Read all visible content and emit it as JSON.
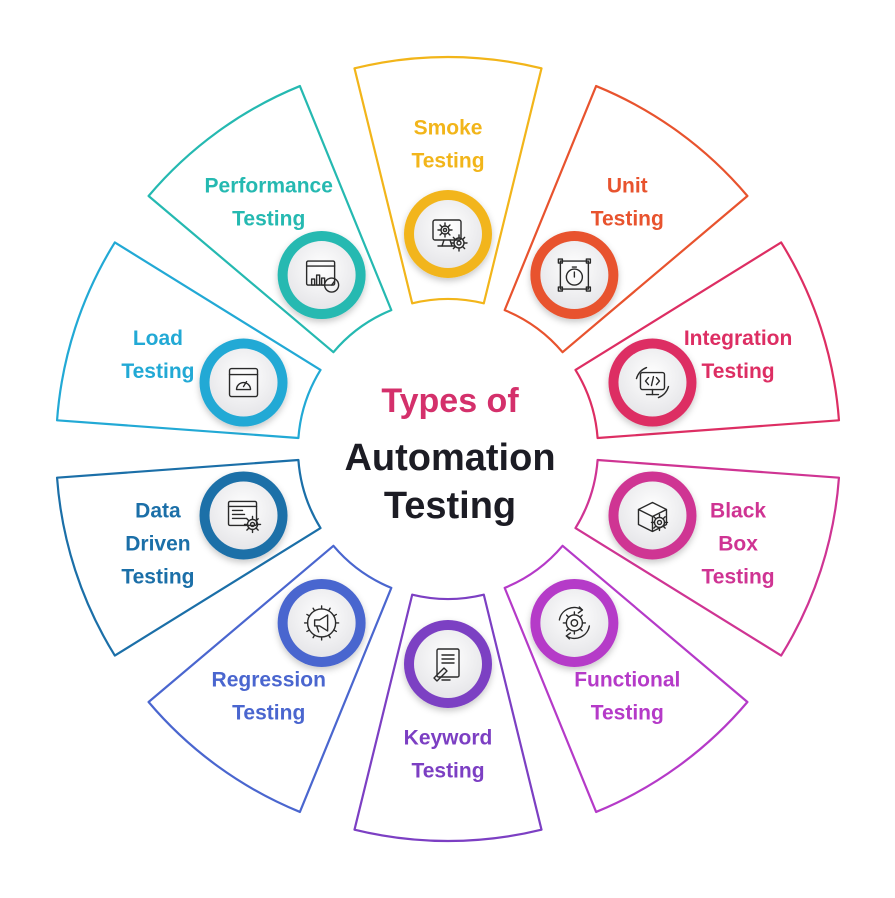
{
  "title": {
    "line1": "Types of",
    "line2": "Automation",
    "line3": "Testing",
    "line1_color": "#d4306b",
    "line2_color": "#1c1c24"
  },
  "segments": [
    {
      "id": "smoke",
      "lines": [
        "Smoke",
        "Testing"
      ],
      "color": "#f2b51a",
      "icon": "monitor-gear-icon"
    },
    {
      "id": "unit",
      "lines": [
        "Unit",
        "Testing"
      ],
      "color": "#e8532e",
      "icon": "stopwatch-frame-icon"
    },
    {
      "id": "integration",
      "lines": [
        "Integration",
        "Testing"
      ],
      "color": "#dd2e63",
      "icon": "code-monitor-icon"
    },
    {
      "id": "black-box",
      "lines": [
        "Black",
        "Box",
        "Testing"
      ],
      "color": "#cf3493",
      "icon": "box-gear-icon"
    },
    {
      "id": "functional",
      "lines": [
        "Functional",
        "Testing"
      ],
      "color": "#b53ac8",
      "icon": "gear-cycle-icon"
    },
    {
      "id": "keyword",
      "lines": [
        "Keyword",
        "Testing"
      ],
      "color": "#7c3fc3",
      "icon": "document-pen-icon"
    },
    {
      "id": "regression",
      "lines": [
        "Regression",
        "Testing"
      ],
      "color": "#4a66cf",
      "icon": "megaphone-gear-icon"
    },
    {
      "id": "data-driven",
      "lines": [
        "Data",
        "Driven",
        "Testing"
      ],
      "color": "#1b6fa8",
      "icon": "code-window-gear-icon"
    },
    {
      "id": "load",
      "lines": [
        "Load",
        "Testing"
      ],
      "color": "#22a9d5",
      "icon": "speedometer-window-icon"
    },
    {
      "id": "performance",
      "lines": [
        "Performance",
        "Testing"
      ],
      "color": "#25b9b1",
      "icon": "chart-gauge-icon"
    }
  ]
}
